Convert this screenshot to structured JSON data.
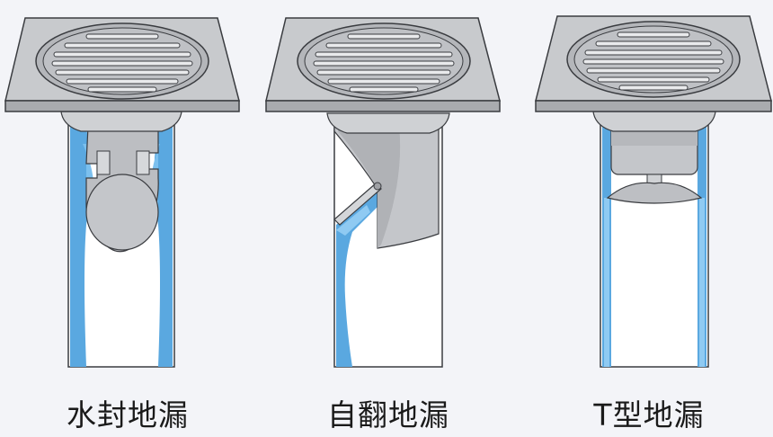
{
  "captions": {
    "water_seal": "水封地漏",
    "self_flip": "自翻地漏",
    "t_type": "T型地漏"
  },
  "colors": {
    "background": "#f3f4f8",
    "metal_light": "#d8d9dc",
    "metal_mid": "#b9bbbf",
    "metal_dark": "#8e9094",
    "water": "#5aa8e0",
    "pipe_fill": "#ffffff",
    "outline": "#3a3c40"
  },
  "icons": {
    "grate": "round-slotted-grate",
    "pipe": "vertical-drain-pipe"
  }
}
